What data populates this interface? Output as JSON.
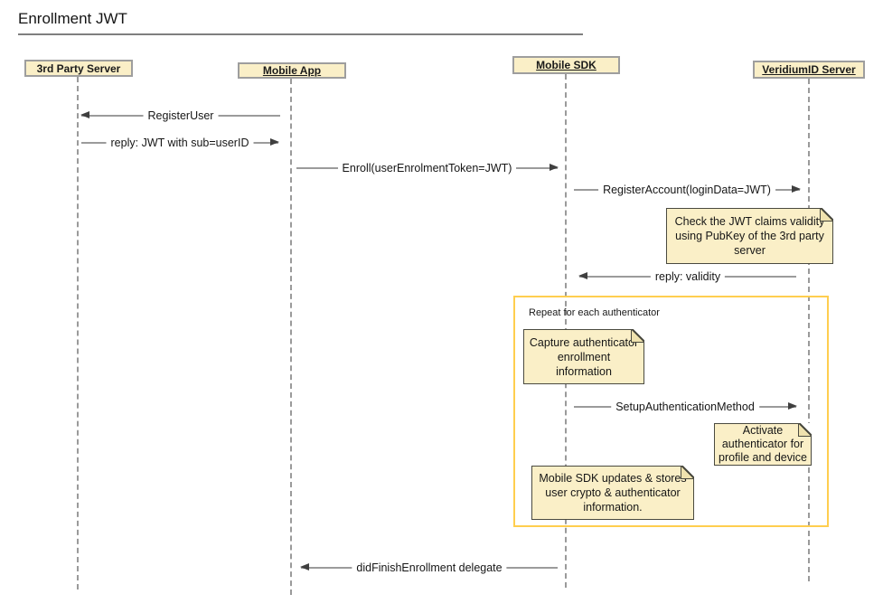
{
  "title": "Enrollment JWT",
  "diagram_type": "uml-sequence",
  "colors": {
    "actor_fill": "#FAEFC7",
    "actor_border": "#9E9E9E",
    "note_fill": "#FAEFC7",
    "note_border": "#4A4A40",
    "frame_border": "#FFCE4F",
    "message_line": "#9B9B9B",
    "arrowhead": "#3F3F3F",
    "lifeline": "#9A9A9A"
  },
  "lifelines": [
    {
      "name": "3rd Party Server",
      "underlined": false
    },
    {
      "name": "Mobile App",
      "underlined": true
    },
    {
      "name": "Mobile SDK",
      "underlined": true
    },
    {
      "name": "VeridiumID Server",
      "underlined": true
    }
  ],
  "messages": [
    {
      "label": "RegisterUser",
      "from": "Mobile App",
      "to": "3rd Party Server",
      "direction": "left"
    },
    {
      "label": "reply: JWT with sub=userID",
      "from": "3rd Party Server",
      "to": "Mobile App",
      "direction": "right"
    },
    {
      "label": "Enroll(userEnrolmentToken=JWT)",
      "from": "Mobile App",
      "to": "Mobile SDK",
      "direction": "right"
    },
    {
      "label": "RegisterAccount(loginData=JWT)",
      "from": "Mobile SDK",
      "to": "VeridiumID Server",
      "direction": "right"
    },
    {
      "label": "reply: validity",
      "from": "VeridiumID Server",
      "to": "Mobile SDK",
      "direction": "left"
    },
    {
      "label": "SetupAuthenticationMethod",
      "from": "Mobile SDK",
      "to": "VeridiumID Server",
      "direction": "right"
    },
    {
      "label": "didFinishEnrollment delegate",
      "from": "Mobile SDK",
      "to": "Mobile App",
      "direction": "left"
    }
  ],
  "notes": [
    {
      "text": "Check the JWT claims validity using PubKey of the 3rd party server",
      "near": "VeridiumID Server"
    },
    {
      "text": "Capture authenticator enrollment information",
      "near": "Mobile SDK"
    },
    {
      "text": "Activate authenticator for profile and device",
      "near": "VeridiumID Server"
    },
    {
      "text": "Mobile SDK updates & stores user crypto & authenticator information.",
      "near": "Mobile SDK"
    }
  ],
  "frame": {
    "label": "Repeat for each authenticator"
  }
}
